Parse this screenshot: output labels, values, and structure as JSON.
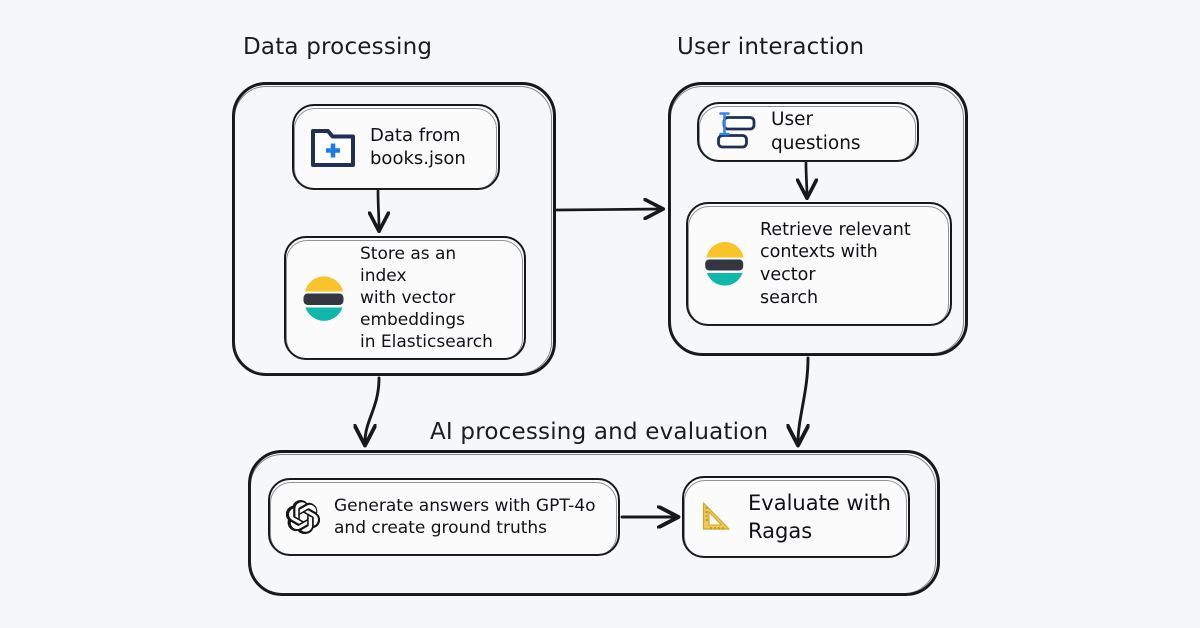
{
  "canvas": {
    "background": "#f6f7f9",
    "ink": "#17181b"
  },
  "groups": [
    {
      "id": "data_processing",
      "title": "Data processing"
    },
    {
      "id": "user_interaction",
      "title": "User interaction"
    },
    {
      "id": "ai_processing",
      "title": "AI processing and evaluation"
    }
  ],
  "nodes": {
    "books": {
      "label": "Data from\nbooks.json",
      "icon": "folder-plus-icon"
    },
    "store": {
      "label": "Store as an index\nwith vector\nembeddings\nin Elasticsearch",
      "icon": "elasticsearch-icon"
    },
    "user_questions": {
      "label": "User questions",
      "icon": "text-input-icon"
    },
    "retrieve": {
      "label": "Retrieve relevant\ncontexts with vector\nsearch",
      "icon": "elasticsearch-icon"
    },
    "generate": {
      "label": "Generate answers with GPT-4o\nand create ground truths",
      "icon": "openai-icon"
    },
    "evaluate": {
      "label": "Evaluate with\nRagas",
      "icon": "triangular-ruler-icon"
    }
  },
  "edges": [
    {
      "from": "books",
      "to": "store",
      "direction": "down"
    },
    {
      "from": "data_processing",
      "to": "user_interaction",
      "direction": "right"
    },
    {
      "from": "user_questions",
      "to": "retrieve",
      "direction": "down"
    },
    {
      "from": "data_processing",
      "to": "ai_processing",
      "direction": "down"
    },
    {
      "from": "user_interaction",
      "to": "ai_processing",
      "direction": "down"
    },
    {
      "from": "generate",
      "to": "evaluate",
      "direction": "right"
    }
  ],
  "colors": {
    "elastic_yellow": "#f9c32a",
    "elastic_dark": "#343741",
    "elastic_teal": "#0fb8ab",
    "folder_navy": "#1f2f55",
    "plus_blue": "#1e7ae6",
    "openai_black": "#131313",
    "ruler_yellow": "#f2c94c"
  }
}
